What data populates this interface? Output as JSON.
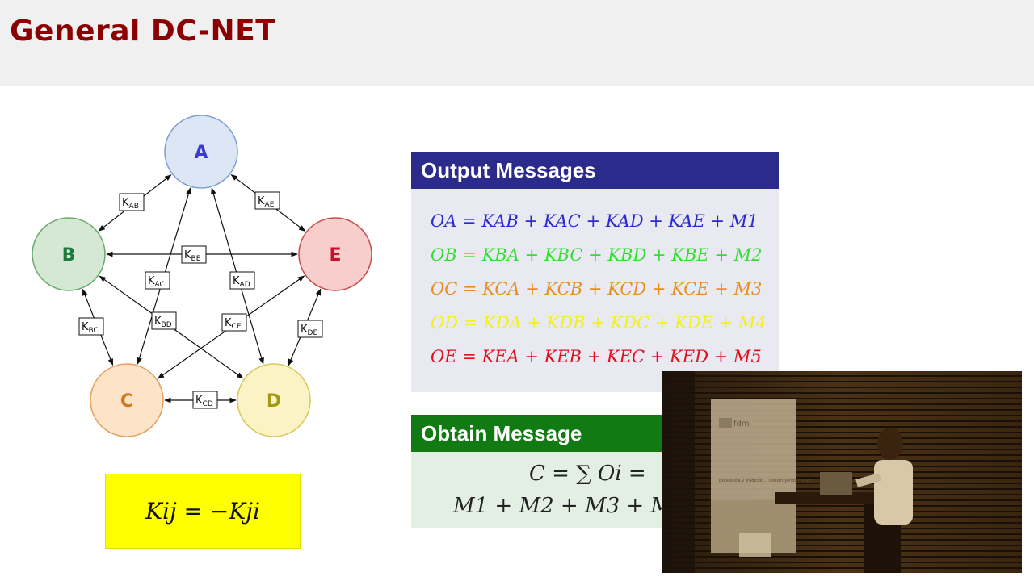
{
  "slide": {
    "title": "General DC-NET"
  },
  "graph": {
    "nodes": [
      {
        "id": "A",
        "label": "A",
        "fill": "#dce6f5",
        "stroke": "#7f9fd4",
        "text": "#3b3bd0"
      },
      {
        "id": "B",
        "label": "B",
        "fill": "#d5e8d4",
        "stroke": "#6aaa6a",
        "text": "#1e7a3c"
      },
      {
        "id": "E",
        "label": "E",
        "fill": "#f8cecc",
        "stroke": "#c84b4b",
        "text": "#c8102e"
      },
      {
        "id": "C",
        "label": "C",
        "fill": "#fde3c8",
        "stroke": "#e4a060",
        "text": "#d07a20"
      },
      {
        "id": "D",
        "label": "D",
        "fill": "#fcf3c4",
        "stroke": "#d8c860",
        "text": "#a09a10"
      }
    ],
    "edges": [
      {
        "from": "A",
        "to": "B",
        "label": "KAB",
        "k": "K",
        "sub": "AB"
      },
      {
        "from": "A",
        "to": "E",
        "label": "KAE",
        "k": "K",
        "sub": "AE"
      },
      {
        "from": "B",
        "to": "E",
        "label": "KBE",
        "k": "K",
        "sub": "BE"
      },
      {
        "from": "A",
        "to": "C",
        "label": "KAC",
        "k": "K",
        "sub": "AC"
      },
      {
        "from": "A",
        "to": "D",
        "label": "KAD",
        "k": "K",
        "sub": "AD"
      },
      {
        "from": "B",
        "to": "C",
        "label": "KBC",
        "k": "K",
        "sub": "BC"
      },
      {
        "from": "B",
        "to": "D",
        "label": "KBD",
        "k": "K",
        "sub": "BD"
      },
      {
        "from": "C",
        "to": "E",
        "label": "KCE",
        "k": "K",
        "sub": "CE"
      },
      {
        "from": "E",
        "to": "D",
        "label": "KDE",
        "k": "K",
        "sub": "DE"
      },
      {
        "from": "C",
        "to": "D",
        "label": "KCD",
        "k": "K",
        "sub": "CD"
      }
    ]
  },
  "key_rule": {
    "formula": "Kij = −Kji"
  },
  "output_messages": {
    "title": "Output Messages",
    "equations": [
      {
        "text": "OA = KAB + KAC + KAD + KAE + M1",
        "color": "#2a2ad0"
      },
      {
        "text": "OB = KBA + KBC + KBD + KBE + M2",
        "color": "#33dd33"
      },
      {
        "text": "OC = KCA + KCB + KCD + KCE + M3",
        "color": "#e8901e"
      },
      {
        "text": "OD = KDA + KDB + KDC + KDE + M4",
        "color": "#f2f21a"
      },
      {
        "text": "OE = KEA + KEB + KEC + KED + M5",
        "color": "#e0101e"
      }
    ]
  },
  "obtain_message": {
    "title": "Obtain Message",
    "line1": "C = ∑ Oi =",
    "line2": "M1 + M2 + M3 + M"
  },
  "video_overlay": {
    "banner_logo": "fdm",
    "banner_text": "Excelencia y Tradición... Construyendo Futuro"
  }
}
